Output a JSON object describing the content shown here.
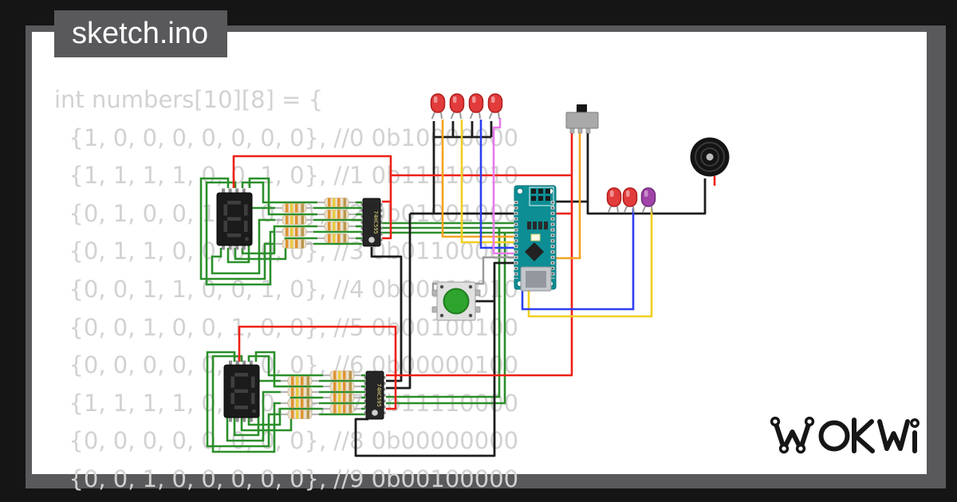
{
  "window": {
    "tab_title": "sketch.ino"
  },
  "code": {
    "lines": [
      "int numbers[10][8] = {",
      "  {1, 0, 0, 0, 0, 0, 0, 0}, //0 0b10000000",
      "  {1, 1, 1, 1, 0, 0, 1, 0}, //1 0b11110010",
      "  {0, 1, 0, 0, 1, 0, 0, 0}, //2 0b01001000",
      "  {0, 1, 1, 0, 0, 0, 0, 0}, //3 0b01100000",
      "  {0, 0, 1, 1, 0, 0, 1, 0}, //4 0b00110010",
      "  {0, 0, 1, 0, 0, 1, 0, 0}, //5 0b00100100",
      "  {0, 0, 0, 0, 0, 1, 0, 0}, //6 0b00000100",
      "  {1, 1, 1, 1, 0, 0, 0, 0}, //7 0b11110000",
      "  {0, 0, 0, 0, 0, 0, 0, 0}, //8 0b00000000",
      "  {0, 0, 1, 0, 0, 0, 0, 0}, //9 0b00100000"
    ]
  },
  "logo": {
    "text": "WOKWI"
  },
  "circuit": {
    "chips": [
      {
        "label": "74HC595"
      },
      {
        "label": "74HC595"
      }
    ],
    "components": [
      "seven-segment-display x2",
      "resistor x16",
      "shift-register 74HC595 x2",
      "arduino-nano",
      "led-red x6",
      "led-purple x1",
      "slide-switch",
      "pushbutton-green",
      "buzzer"
    ],
    "wire_colors": {
      "green": "#2b8f2b",
      "red": "#ed2015",
      "black": "#1d1d1d",
      "orange": "#f5a31f",
      "yellow": "#f0cf1f",
      "blue": "#2d3ff0",
      "magenta": "#e87ae8",
      "gray": "#9a9a9a"
    }
  }
}
